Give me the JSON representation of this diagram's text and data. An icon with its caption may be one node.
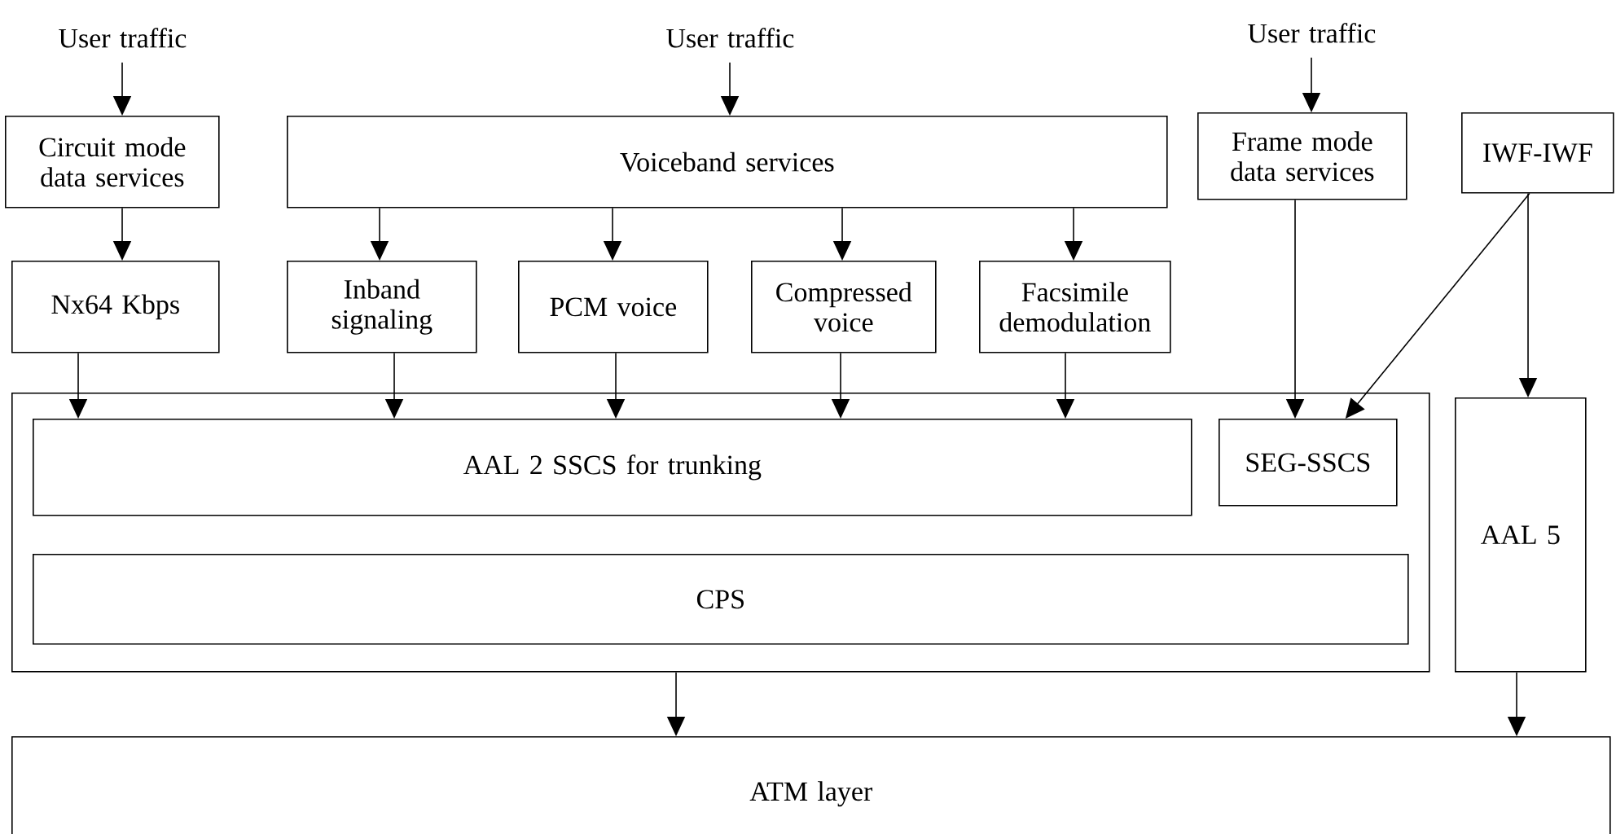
{
  "diagram": {
    "nodes": [
      {
        "text": [
          "User traffic"
        ]
      },
      {
        "text": [
          "User traffic"
        ]
      },
      {
        "text": [
          "User traffic"
        ]
      },
      {
        "text": [
          "Circuit mode data services"
        ]
      },
      {
        "text": [
          "Voiceband services"
        ]
      },
      {
        "text": [
          "Frame mode data services"
        ]
      },
      {
        "text": [
          "IWF-IWF"
        ]
      },
      {
        "text": [
          "Nx64 Kbps"
        ]
      },
      {
        "text": [
          "Inband signaling"
        ]
      },
      {
        "text": [
          "PCM voice"
        ]
      },
      {
        "text": [
          "Compressed voice"
        ]
      },
      {
        "text": [
          "Facsimile demodulation"
        ]
      },
      {
        "text": [],
        "shape": "box"
      },
      {
        "text": [
          "AAL 2 SSCS for trunking"
        ],
        "in": 12
      },
      {
        "text": [
          "SEG-SSCS"
        ],
        "in": 12
      },
      {
        "text": [
          "CPS"
        ],
        "in": 12
      },
      {
        "text": [
          "AAL 5"
        ]
      },
      {
        "text": [
          "ATM layer"
        ]
      }
    ],
    "edges": [
      {
        "from": 0,
        "to": 3,
        "arrow": "to"
      },
      {
        "from": 1,
        "to": 4,
        "arrow": "to"
      },
      {
        "from": 2,
        "to": 5,
        "arrow": "to"
      },
      {
        "from": 3,
        "to": 7,
        "arrow": "to"
      },
      {
        "from": 4,
        "to": 8,
        "arrow": "to"
      },
      {
        "from": 4,
        "to": 9,
        "arrow": "to"
      },
      {
        "from": 4,
        "to": 10,
        "arrow": "to"
      },
      {
        "from": 4,
        "to": 11,
        "arrow": "to"
      },
      {
        "from": 7,
        "to": 13,
        "arrow": "to"
      },
      {
        "from": 8,
        "to": 13,
        "arrow": "to"
      },
      {
        "from": 9,
        "to": 13,
        "arrow": "to"
      },
      {
        "from": 10,
        "to": 13,
        "arrow": "to"
      },
      {
        "from": 11,
        "to": 13,
        "arrow": "to"
      },
      {
        "from": 5,
        "to": 14,
        "arrow": "to"
      },
      {
        "from": 6,
        "to": 14,
        "arrow": "to"
      },
      {
        "from": 6,
        "to": 16,
        "arrow": "to"
      },
      {
        "from": 12,
        "to": 17,
        "arrow": "to"
      },
      {
        "from": 16,
        "to": 17,
        "arrow": "to"
      }
    ]
  }
}
